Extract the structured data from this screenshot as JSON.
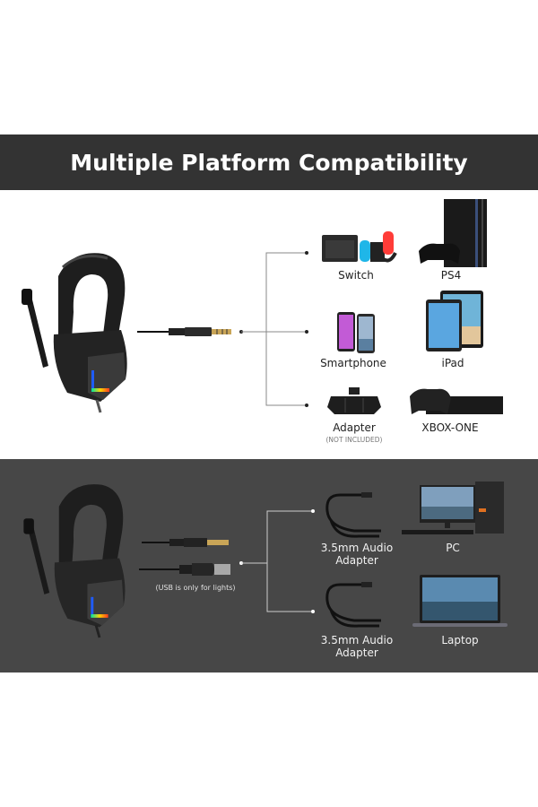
{
  "banner": {
    "title": "Multiple Platform Compatibility"
  },
  "colors": {
    "banner_bg": "#333333",
    "top_bg": "#ffffff",
    "bottom_bg": "#474747",
    "rgb_led": [
      "#1f5cff",
      "#00e5a0",
      "#ffd400",
      "#ff3b1f"
    ],
    "switch_blue": "#1fb6e8",
    "switch_red": "#ff3c38"
  },
  "top_section": {
    "headset_icon": "wired-gaming-headset",
    "connector_icon": "3.5mm-audio-jack",
    "devices": [
      {
        "label": "Switch",
        "icon": "nintendo-switch"
      },
      {
        "label": "PS4",
        "icon": "ps4-console"
      },
      {
        "label": "Smartphone",
        "icon": "smartphones"
      },
      {
        "label": "iPad",
        "icon": "ipad-tablets"
      },
      {
        "label": "Adapter",
        "sublabel": "(NOT INCLUDED)",
        "icon": "xbox-stereo-adapter"
      },
      {
        "label": "XBOX-ONE",
        "icon": "xbox-one-console"
      }
    ]
  },
  "bottom_section": {
    "headset_icon": "wired-gaming-headset",
    "connectors": [
      "3.5mm-audio-jack",
      "usb-plug"
    ],
    "usb_note": "(USB is only for lights)",
    "devices": [
      {
        "adapter_label_line1": "3.5mm Audio",
        "adapter_label_line2": "Adapter",
        "label": "PC",
        "icon": "desktop-pc"
      },
      {
        "adapter_label_line1": "3.5mm Audio",
        "adapter_label_line2": "Adapter",
        "label": "Laptop",
        "icon": "laptop"
      }
    ]
  }
}
